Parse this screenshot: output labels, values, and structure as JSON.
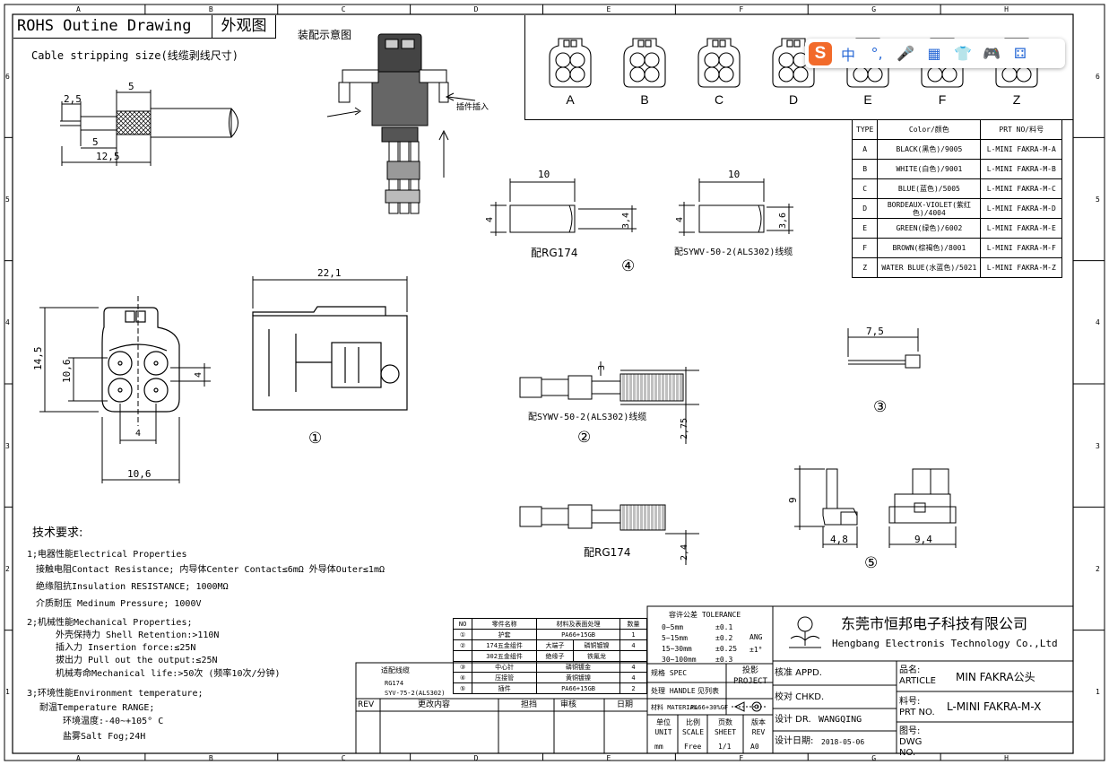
{
  "title": {
    "en": "ROHS Outine Drawing",
    "cn": "外观图"
  },
  "stripping": {
    "label": "Cable stripping size(线缆剥线尺寸)",
    "d1": "2,5",
    "d2": "5",
    "d3": "5",
    "d4": "12,5"
  },
  "assembly_label": "装配示意图",
  "insert_label": "插件插入",
  "views": {
    "front": {
      "h1": "14,5",
      "h2": "10,6",
      "w1": "4",
      "w2": "10,6",
      "w3": "4",
      "num": "①"
    },
    "side": {
      "w": "22,1"
    },
    "pin": {
      "d1": "3",
      "d2": "2,75",
      "d3": "2,4",
      "label1": "配SYWV-50-2(ALS302)线缆",
      "label2": "配RG174",
      "num": "②"
    },
    "sleeve": {
      "w1": "10",
      "h1": "4",
      "h2": "3,4",
      "label1": "配RG174",
      "w2": "10",
      "h3": "4",
      "h4": "3,6",
      "label2": "配SYWV-50-2(ALS302)线缆",
      "num": "④"
    },
    "small_pin": {
      "w": "7,5",
      "num": "③"
    },
    "latch": {
      "h": "9",
      "w1": "4,8",
      "w2": "9,4",
      "num": "⑤"
    }
  },
  "color_variants": [
    "A",
    "B",
    "C",
    "D",
    "E",
    "F",
    "Z"
  ],
  "type_table": {
    "headers": [
      "TYPE",
      "Color/颜色",
      "PRT NO/料号"
    ],
    "rows": [
      [
        "A",
        "BLACK(黑色)/9005",
        "L-MINI FAKRA-M-A"
      ],
      [
        "B",
        "WHITE(白色)/9001",
        "L-MINI FAKRA-M-B"
      ],
      [
        "C",
        "BLUE(蓝色)/5005",
        "L-MINI FAKRA-M-C"
      ],
      [
        "D",
        "BORDEAUX-VIOLET(紫红色)/4004",
        "L-MINI FAKRA-M-D"
      ],
      [
        "E",
        "GREEN(绿色)/6002",
        "L-MINI FAKRA-M-E"
      ],
      [
        "F",
        "BROWN(棕褐色)/8001",
        "L-MINI FAKRA-M-F"
      ],
      [
        "Z",
        "WATER BLUE(水蓝色)/5021",
        "L-MINI FAKRA-M-Z"
      ]
    ]
  },
  "tech": {
    "title": "技术要求:",
    "lines": [
      "1;电器性能Electrical Properties",
      "接触电阻Contact Resistance; 内导体Center Contact≤6mΩ  外导体Outer≤1mΩ",
      "绝缘阻抗Insulation RESISTANCE; 1000MΩ",
      "介质耐压 Medinum Pressure; 1000V",
      "2;机械性能Mechanical Properties;",
      "外壳保持力 Shell Retention:>110N",
      "插入力 Insertion force:≤25N",
      "拔出力 Pull out the output:≤25N",
      "机械寿命Mechanical life:>50次 (频率10次/分钟)",
      "3;环境性能Environment temperature;",
      "耐温Temperature RANGE;",
      "环境温度:-40~+105° C",
      "盐雾Salt Fog;24H"
    ]
  },
  "parts": {
    "headers": [
      "NO",
      "零件名称",
      "材料及表面处理",
      "数量"
    ],
    "rows": [
      [
        "①",
        "护套",
        "PA66+15GB",
        "1"
      ],
      [
        "②",
        "174五金组件",
        "大端子",
        "磷铜镀镍",
        "4"
      ],
      [
        "",
        "302五金组件",
        "绝缘子",
        "铁氟龙",
        ""
      ],
      [
        "③",
        "中心针",
        "磷铜镀金",
        "4"
      ],
      [
        "④",
        "压接管",
        "黄铜镀镍",
        "4"
      ],
      [
        "⑤",
        "插件",
        "PA66+15GB",
        "2"
      ]
    ],
    "cable_label": "适配线缆",
    "cables": [
      "RG174",
      "SYV-75-2(ALS302)"
    ]
  },
  "tolerance": {
    "title": "容许公差 TOLERANCE",
    "rows": [
      [
        "0~5mm",
        "±0.1"
      ],
      [
        "5~15mm",
        "±0.2"
      ],
      [
        "15~30mm",
        "±0.25"
      ],
      [
        "30~100mm",
        "±0.3"
      ]
    ],
    "ang_label": "ANG",
    "ang_val": "±1°"
  },
  "revision": {
    "headers": [
      "REV",
      "更改内容",
      "担挡",
      "审核",
      "日期"
    ]
  },
  "spec": {
    "spec": "规格 SPEC",
    "handle": "处理 HANDLE",
    "handle_val": "见列表",
    "material": "材料 MATERIAL",
    "material_val": "PA66+30%GF",
    "project": "投影 PROJECT"
  },
  "bottom_cells": {
    "unit": "单位 UNIT",
    "unit_val": "mm",
    "scale": "比例 SCALE",
    "scale_val": "Free",
    "sheet": "页数 SHEET",
    "sheet_val": "1/1",
    "rev": "版本 REV",
    "rev_val": "A0"
  },
  "company": {
    "cn": "东莞市恒邦电子科技有限公司",
    "en": "Hengbang Electronis Technology Co.,Ltd"
  },
  "approval": {
    "approve": "核准 APPD.",
    "check": "校对 CHKD.",
    "design": "设计 DR.",
    "designer": "WANGQING",
    "date_label": "设计日期:",
    "date": "2018-05-06"
  },
  "info": {
    "name_label": "品名: ARTICLE",
    "name": "MIN FAKRA公头",
    "prt_label": "料号: PRT NO.",
    "prt": "L-MINI FAKRA-M-X",
    "dwg_label": "图号: DWG NO.",
    "dwg": ""
  },
  "border": {
    "cols": [
      "A",
      "B",
      "C",
      "D",
      "E",
      "F",
      "G",
      "H"
    ],
    "rows": [
      "6",
      "5",
      "4",
      "3",
      "2",
      "1"
    ]
  },
  "ime": {
    "chars": [
      "中",
      "°,",
      "🎤",
      "▦",
      "👕",
      "🎮",
      "⚃"
    ]
  }
}
